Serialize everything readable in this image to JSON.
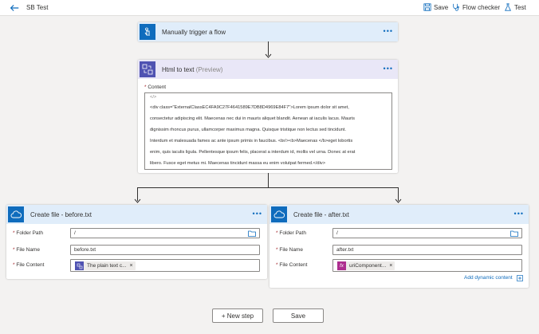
{
  "topbar": {
    "flow_name": "SB Test",
    "save_label": "Save",
    "checker_label": "Flow checker",
    "test_label": "Test"
  },
  "trigger": {
    "title": "Manually trigger a flow",
    "color": "#0f6cbd"
  },
  "html_to_text": {
    "title": "Html to text",
    "preview_label": "(Preview)",
    "content_label": "Content",
    "code_icon": "</>",
    "content_lines": [
      "<div class=\"ExternalClassEC4FA9C27F4641589E7DB8D4969E84F7\">Lorem ipsum dolor sit amet,",
      "consectetur adipiscing elit. Maecenas nec dui in mauris aliquet blandit. Aenean at iaculis lacus. Mauris",
      "dignissim rhoncus purus, ullamcorper maximus magna. Quisque tristique non lectus sed tincidunt.",
      "Interdum et malesuada fames ac ante ipsum primis in faucibus. <br/><b>Maecenas </b>eget lobortis",
      "enim, quis iaculis ligula. Pellentesque ipsum felis, placerat a interdum id, mollis vel urna. Donec at erat",
      "libero. Fusce eget metus mi. Maecenas tincidunt massa eu enim volutpat fermed.</div>"
    ]
  },
  "create_before": {
    "title": "Create file - before.txt",
    "folder_label": "Folder Path",
    "folder_value": "/",
    "name_label": "File Name",
    "name_value": "before.txt",
    "content_label": "File Content",
    "token_text": "The plain text c...",
    "token_remove": "×"
  },
  "create_after": {
    "title": "Create file - after.txt",
    "folder_label": "Folder Path",
    "folder_value": "/",
    "name_label": "File Name",
    "name_value": "after.txt",
    "content_label": "File Content",
    "token_text": "uriComponent...",
    "token_remove": "×",
    "add_dynamic": "Add dynamic content"
  },
  "footer": {
    "new_step": "+ New step",
    "save": "Save"
  },
  "colors": {
    "accent": "#0f6cbd",
    "trigger_header": "#e0edfa",
    "action_header": "#e9e7f7",
    "onedrive_blue": "#0f6cbd",
    "html_icon": "#4f52b2",
    "expression_token": "#ad2e8f"
  }
}
